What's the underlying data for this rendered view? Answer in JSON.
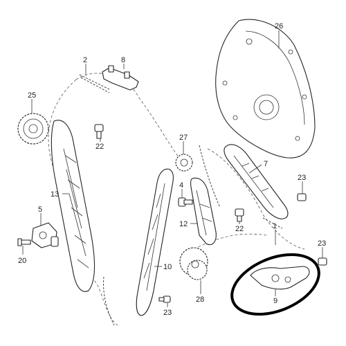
{
  "callouts": {
    "c2": "2",
    "c4": "4",
    "c5": "5",
    "c7": "7",
    "c8": "8",
    "c9": "9",
    "c10": "10",
    "c12": "12",
    "c13": "13",
    "c20": "20",
    "c22a": "22",
    "c22b": "22",
    "c23a": "23",
    "c23b": "23",
    "c23c": "23",
    "c25": "25",
    "c26": "26",
    "c27": "27",
    "c28": "28"
  },
  "colors": {
    "highlight_ellipse": "#000000",
    "line": "#222222"
  }
}
